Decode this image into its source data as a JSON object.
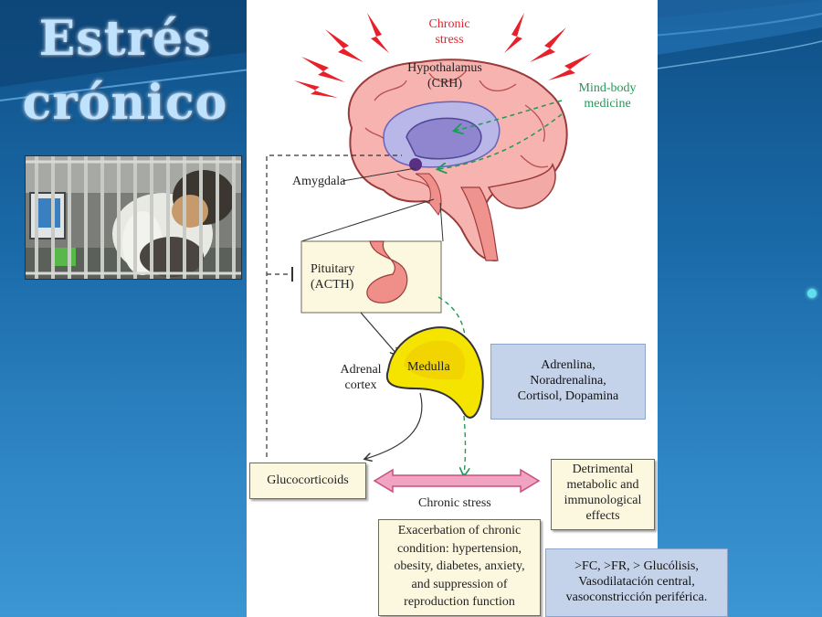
{
  "slide": {
    "title_line1": "Estrés",
    "title_line2": "crónico",
    "photo_icon": "cat-in-cage-photo",
    "bullet_icon": "bullet-dot-icon"
  },
  "diagram": {
    "chronic_stress_top_line1": "Chronic",
    "chronic_stress_top_line2": "stress",
    "hypothalamus_line1": "Hypothalamus",
    "hypothalamus_line2": "(CRH)",
    "mind_body_line1": "Mind-body",
    "mind_body_line2": "medicine",
    "amygdala": "Amygdala",
    "pituitary_line1": "Pituitary",
    "pituitary_line2": "(ACTH)",
    "adrenal_line1": "Adrenal",
    "adrenal_line2": "cortex",
    "medulla": "Medulla",
    "glucocorticoids": "Glucocorticoids",
    "chronic_stress_bottom": "Chronic stress",
    "detrimental_line1": "Detrimental",
    "detrimental_line2": "metabolic and",
    "detrimental_line3": "immunological",
    "detrimental_line4": "effects",
    "exacerbation_line1": "Exacerbation of chronic",
    "exacerbation_line2": "condition: hypertension,",
    "exacerbation_line3": "obesity, diabetes, anxiety,",
    "exacerbation_line4": "and suppression of",
    "exacerbation_line5": "reproduction function"
  },
  "notes": {
    "hormones_line1": "Adrenlina,",
    "hormones_line2": "Noradrenalina,",
    "hormones_line3": "Cortisol, Dopamina",
    "effects_line1": ">FC, >FR, > Glucólisis,",
    "effects_line2": "Vasodilatación central,",
    "effects_line3": "vasoconstricción periférica."
  },
  "colors": {
    "bolt_red": "#e8202a",
    "mind_body_green": "#1f9a55",
    "arrow_pink": "#e46a9a",
    "medulla_yellow": "#f5e400"
  }
}
